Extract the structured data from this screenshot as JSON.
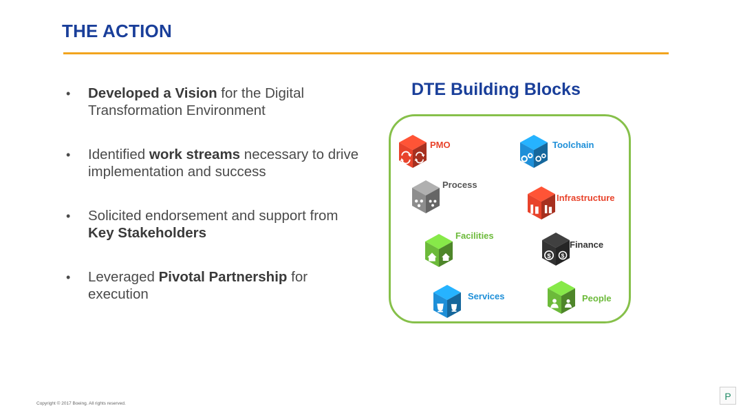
{
  "slide": {
    "title": "THE ACTION",
    "bullets": [
      {
        "bold": "Developed a Vision",
        "rest": " for the Digital Transformation Environment"
      },
      {
        "pre": "Identified ",
        "bold": "work streams",
        "rest": " necessary to drive implementation and success"
      },
      {
        "pre": "Solicited endorsement and support from ",
        "bold": "Key Stakeholders",
        "rest": ""
      },
      {
        "pre": "Leveraged ",
        "bold": "Pivotal Partnership",
        "rest": " for execution"
      }
    ]
  },
  "blocks": {
    "title": "DTE Building Blocks",
    "items": [
      {
        "label": "PMO",
        "color": "#e8432b",
        "icon": "arrows-cycle-icon"
      },
      {
        "label": "Toolchain",
        "color": "#1e8fd8",
        "icon": "gears-icon"
      },
      {
        "label": "Process",
        "color": "#8d8d8d",
        "icon": "process-icon"
      },
      {
        "label": "Infrastructure",
        "color": "#e8432b",
        "icon": "server-icon"
      },
      {
        "label": "Facilities",
        "color": "#6cba3a",
        "icon": "house-icon"
      },
      {
        "label": "Finance",
        "color": "#333333",
        "icon": "dollar-icon"
      },
      {
        "label": "Services",
        "color": "#1e8fd8",
        "icon": "trophy-icon"
      },
      {
        "label": "People",
        "color": "#6cba3a",
        "icon": "person-icon"
      }
    ],
    "label_colors": {
      "PMO": "#e8432b",
      "Toolchain": "#1e8fd8",
      "Process": "#555555",
      "Infrastructure": "#e8432b",
      "Facilities": "#6cba3a",
      "Finance": "#333333",
      "Services": "#1e8fd8",
      "People": "#6cba3a"
    }
  },
  "footer": {
    "copyright": "Copyright © 2017 Boeing. All rights reserved.",
    "badge": "P"
  }
}
